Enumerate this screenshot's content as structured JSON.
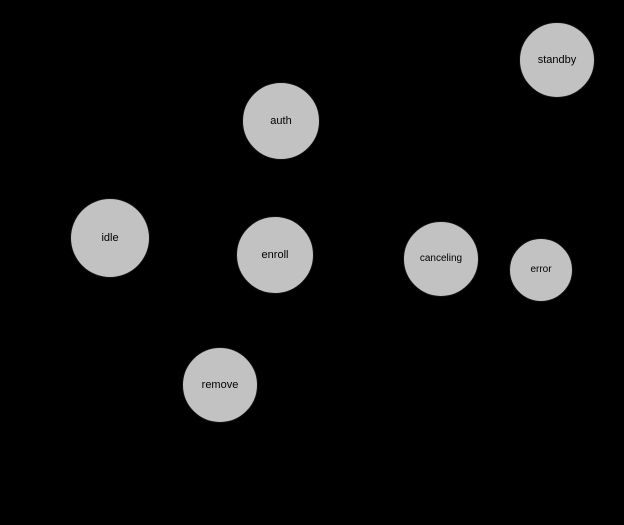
{
  "diagram": {
    "type": "state-diagram",
    "background_color": "#000000",
    "node_fill_color": "#c2c2c2",
    "node_border_color": "#111111",
    "label_color": "#000000",
    "nodes": [
      {
        "id": "standby",
        "label": "standby"
      },
      {
        "id": "auth",
        "label": "auth"
      },
      {
        "id": "idle",
        "label": "idle"
      },
      {
        "id": "enroll",
        "label": "enroll"
      },
      {
        "id": "canceling",
        "label": "canceling"
      },
      {
        "id": "error",
        "label": "error"
      },
      {
        "id": "remove",
        "label": "remove"
      }
    ]
  }
}
